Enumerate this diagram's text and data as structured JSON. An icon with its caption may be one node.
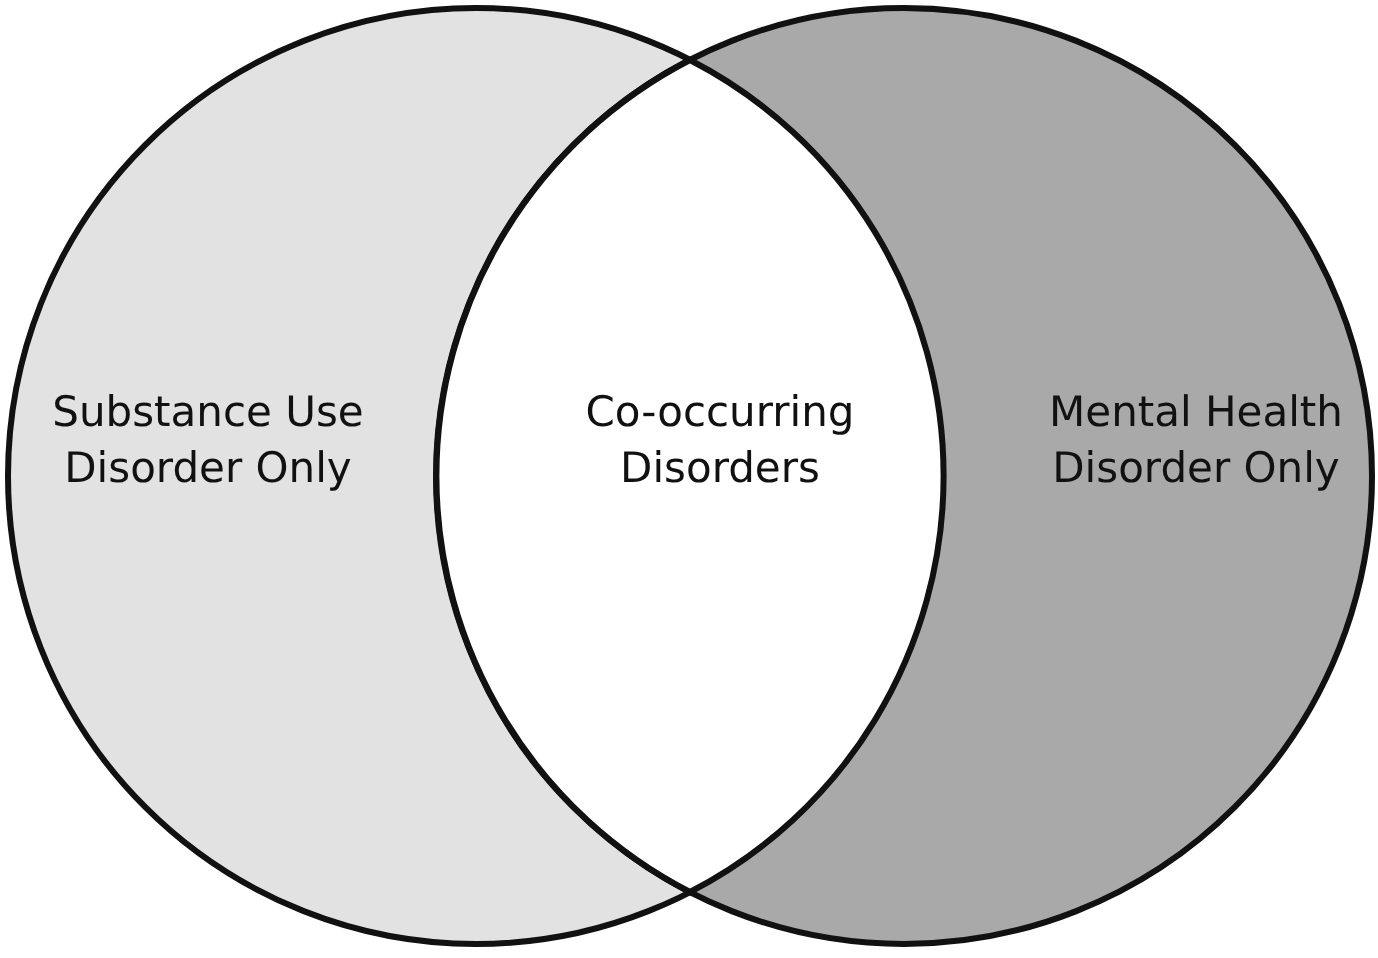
{
  "diagram": {
    "nodes": [
      {
        "text": [
          "Substance Use Disorder Only"
        ]
      },
      {
        "text": [
          "Mental Health Disorder Only"
        ]
      },
      {
        "text": [
          "Co-occurring Disorders"
        ]
      }
    ]
  }
}
